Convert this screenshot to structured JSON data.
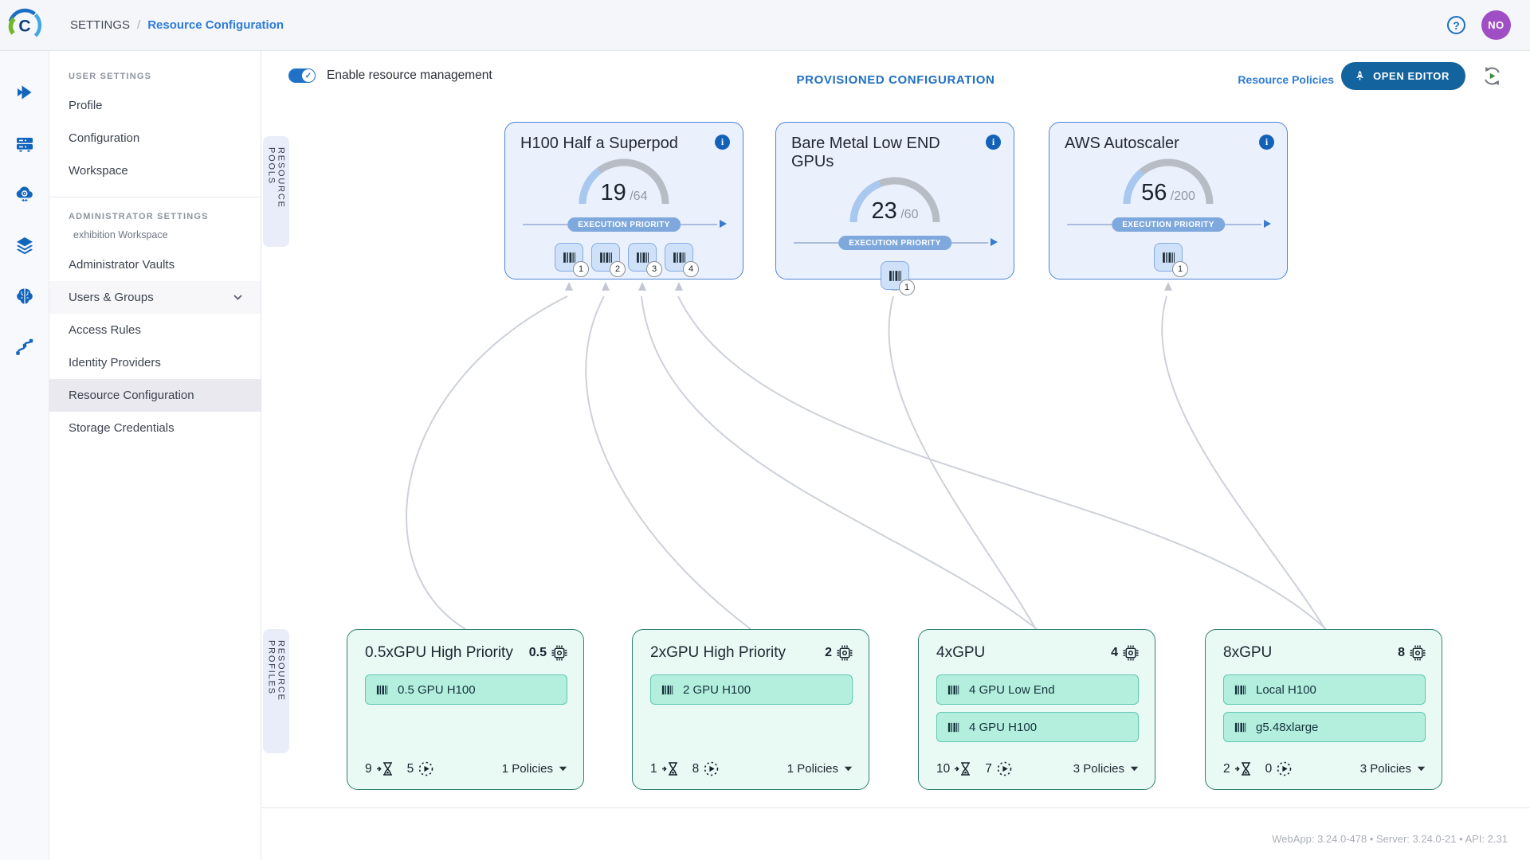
{
  "topbar": {
    "breadcrumb": [
      {
        "label": "SETTINGS"
      },
      {
        "label": "Resource Configuration"
      }
    ],
    "avatar_initials": "NO",
    "help_label": "?"
  },
  "rail_icons": [
    "fast-forward-icon",
    "queues-icon",
    "cloud-autoscaler-icon",
    "layers-icon",
    "brain-icon",
    "pipeline-icon"
  ],
  "sidebar": {
    "sections": [
      {
        "header": "USER SETTINGS",
        "items": [
          {
            "label": "Profile"
          },
          {
            "label": "Configuration"
          },
          {
            "label": "Workspace"
          }
        ]
      },
      {
        "header": "ADMINISTRATOR SETTINGS",
        "subheader": "exhibition Workspace",
        "items": [
          {
            "label": "Administrator Vaults"
          },
          {
            "label": "Users & Groups",
            "expandable": true,
            "soft_highlight": true
          },
          {
            "label": "Access Rules"
          },
          {
            "label": "Identity Providers"
          },
          {
            "label": "Resource Configuration",
            "selected": true
          },
          {
            "label": "Storage Credentials"
          }
        ]
      }
    ]
  },
  "toolbar": {
    "toggle_label": "Enable resource management",
    "toggle_on": true,
    "title": "PROVISIONED CONFIGURATION",
    "policies_link": "Resource Policies",
    "open_editor_label": "OPEN EDITOR"
  },
  "sections": {
    "pools_label": "RESOURCE POOLS",
    "profiles_label": "RESOURCE PROFILES"
  },
  "pools": [
    {
      "name": "H100 Half a Superpod",
      "used": 19,
      "total": 64,
      "priority_label": "EXECUTION PRIORITY",
      "queues": [
        {
          "order": "1"
        },
        {
          "order": "2"
        },
        {
          "order": "3"
        },
        {
          "order": "4"
        }
      ]
    },
    {
      "name": "Bare Metal Low END GPUs",
      "used": 23,
      "total": 60,
      "priority_label": "EXECUTION PRIORITY",
      "queues": [
        {
          "order": "1"
        }
      ]
    },
    {
      "name": "AWS Autoscaler",
      "used": 56,
      "total": 200,
      "priority_label": "EXECUTION PRIORITY",
      "queues": [
        {
          "order": "1"
        }
      ]
    }
  ],
  "profiles": [
    {
      "name": "0.5xGPU High Priority",
      "gpu_value": "0.5",
      "pool_links": [
        "0.5 GPU H100"
      ],
      "pending": "9",
      "running": "5",
      "policies": "1 Policies"
    },
    {
      "name": "2xGPU High Priority",
      "gpu_value": "2",
      "pool_links": [
        "2 GPU H100"
      ],
      "pending": "1",
      "running": "8",
      "policies": "1 Policies"
    },
    {
      "name": "4xGPU",
      "gpu_value": "4",
      "pool_links": [
        "4 GPU Low End",
        "4 GPU H100"
      ],
      "pending": "10",
      "running": "7",
      "policies": "3 Policies"
    },
    {
      "name": "8xGPU",
      "gpu_value": "8",
      "pool_links": [
        "Local H100",
        "g5.48xlarge"
      ],
      "pending": "2",
      "running": "0",
      "policies": "3 Policies"
    }
  ],
  "footer": {
    "version_text": "WebApp: 3.24.0-478 • Server: 3.24.0-21 • API: 2.31"
  },
  "colors": {
    "accent_blue": "#1f6fc0",
    "breadcrumb_blue": "#2e7cd6",
    "pool_border": "#4d85d6",
    "pool_bg": "#eaf1fc",
    "gauge_track": "#b8bcc4",
    "gauge_fill": "#a8c8f0",
    "priority_pill": "#7fa9dd",
    "profile_border": "#2e8173",
    "profile_bg": "#e9f9f4",
    "profile_chip_bg": "#b4efde",
    "open_editor_bg": "#13639f",
    "avatar_bg": "#a04ec4",
    "connector": "#cdd1d9"
  }
}
